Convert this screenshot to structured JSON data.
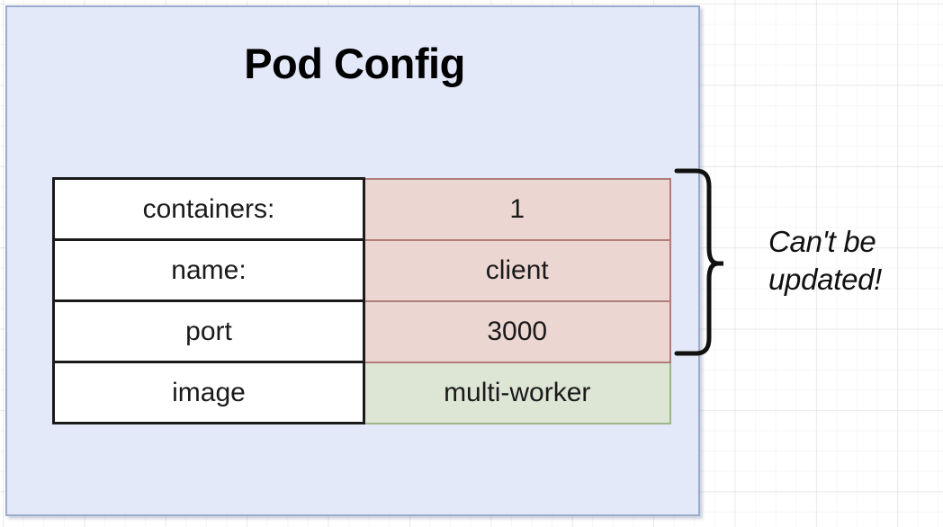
{
  "diagram": {
    "title": "Pod Config",
    "container": {
      "fill_color": "#e3e9f8",
      "border_color": "#9aabcd"
    },
    "table": {
      "rows": [
        {
          "key": "containers:",
          "value": "1",
          "value_state": "locked",
          "value_fill": "#ecd6d2"
        },
        {
          "key": "name:",
          "value": "client",
          "value_state": "locked",
          "value_fill": "#ecd6d2"
        },
        {
          "key": "port",
          "value": "3000",
          "value_state": "locked",
          "value_fill": "#ecd6d2"
        },
        {
          "key": "image",
          "value": "multi-worker",
          "value_state": "updatable",
          "value_fill": "#dde5d5"
        }
      ]
    },
    "annotation": {
      "icon": "curly-brace-icon",
      "line1": "Can't be",
      "line2": "updated!",
      "spans_rows": 3
    }
  }
}
